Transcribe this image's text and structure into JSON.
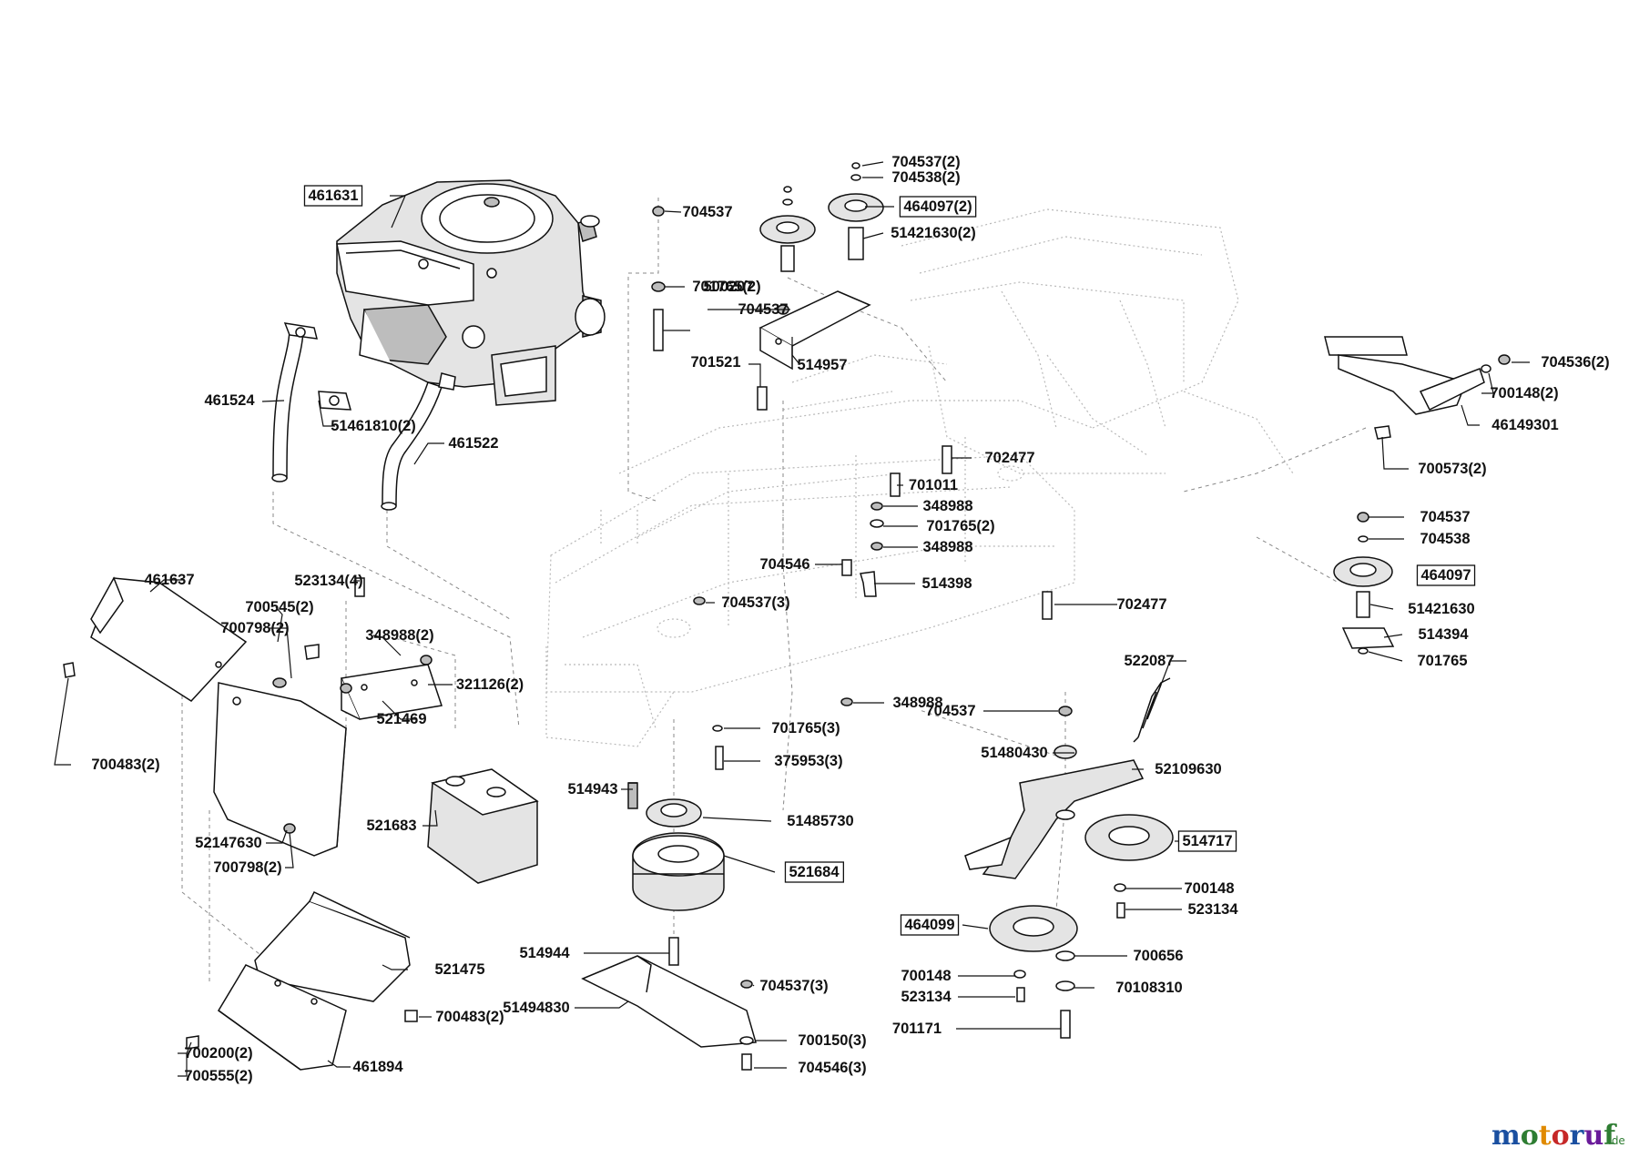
{
  "diagram": {
    "labels": [
      {
        "text": "461631",
        "boxed": true
      },
      {
        "text": "704537(2)",
        "boxed": false
      },
      {
        "text": "704538(2)",
        "boxed": false
      },
      {
        "text": "464097(2)",
        "boxed": true
      },
      {
        "text": "51421630(2)",
        "boxed": false
      },
      {
        "text": "704537",
        "boxed": false
      },
      {
        "text": "701765(2)",
        "boxed": false
      },
      {
        "text": "704537",
        "boxed": false
      },
      {
        "text": "500207",
        "boxed": false
      },
      {
        "text": "514957",
        "boxed": false
      },
      {
        "text": "701521",
        "boxed": false
      },
      {
        "text": "461524",
        "boxed": false
      },
      {
        "text": "51461810(2)",
        "boxed": false
      },
      {
        "text": "461522",
        "boxed": false
      },
      {
        "text": "704536(2)",
        "boxed": false
      },
      {
        "text": "700148(2)",
        "boxed": false
      },
      {
        "text": "46149301",
        "boxed": false
      },
      {
        "text": "700573(2)",
        "boxed": false
      },
      {
        "text": "702477",
        "boxed": false
      },
      {
        "text": "701011",
        "boxed": false
      },
      {
        "text": "348988",
        "boxed": false
      },
      {
        "text": "701765(2)",
        "boxed": false
      },
      {
        "text": "348988",
        "boxed": false
      },
      {
        "text": "704546",
        "boxed": false
      },
      {
        "text": "514398",
        "boxed": false
      },
      {
        "text": "704537(3)",
        "boxed": false
      },
      {
        "text": "702477",
        "boxed": false
      },
      {
        "text": "704537",
        "boxed": false
      },
      {
        "text": "704538",
        "boxed": false
      },
      {
        "text": "464097",
        "boxed": true
      },
      {
        "text": "51421630",
        "boxed": false
      },
      {
        "text": "514394",
        "boxed": false
      },
      {
        "text": "701765",
        "boxed": false
      },
      {
        "text": "461637",
        "boxed": false
      },
      {
        "text": "523134(4)",
        "boxed": false
      },
      {
        "text": "700545(2)",
        "boxed": false
      },
      {
        "text": "700798(2)",
        "boxed": false
      },
      {
        "text": "348988(2)",
        "boxed": false
      },
      {
        "text": "321126(2)",
        "boxed": false
      },
      {
        "text": "521469",
        "boxed": false
      },
      {
        "text": "700483(2)",
        "boxed": false
      },
      {
        "text": "522087",
        "boxed": false
      },
      {
        "text": "348988",
        "boxed": false
      },
      {
        "text": "704537",
        "boxed": false
      },
      {
        "text": "701765(3)",
        "boxed": false
      },
      {
        "text": "375953(3)",
        "boxed": false
      },
      {
        "text": "51480430",
        "boxed": false
      },
      {
        "text": "52109630",
        "boxed": false
      },
      {
        "text": "514943",
        "boxed": false
      },
      {
        "text": "51485730",
        "boxed": false
      },
      {
        "text": "521683",
        "boxed": false
      },
      {
        "text": "52147630",
        "boxed": false
      },
      {
        "text": "700798(2)",
        "boxed": false
      },
      {
        "text": "514717",
        "boxed": true
      },
      {
        "text": "521684",
        "boxed": true
      },
      {
        "text": "700148",
        "boxed": false
      },
      {
        "text": "523134",
        "boxed": false
      },
      {
        "text": "464099",
        "boxed": true
      },
      {
        "text": "700656",
        "boxed": false
      },
      {
        "text": "514944",
        "boxed": false
      },
      {
        "text": "521475",
        "boxed": false
      },
      {
        "text": "700148",
        "boxed": false
      },
      {
        "text": "523134",
        "boxed": false
      },
      {
        "text": "704537(3)",
        "boxed": false
      },
      {
        "text": "70108310",
        "boxed": false
      },
      {
        "text": "51494830",
        "boxed": false
      },
      {
        "text": "700483(2)",
        "boxed": false
      },
      {
        "text": "701171",
        "boxed": false
      },
      {
        "text": "700150(3)",
        "boxed": false
      },
      {
        "text": "700200(2)",
        "boxed": false
      },
      {
        "text": "461894",
        "boxed": false
      },
      {
        "text": "704546(3)",
        "boxed": false
      },
      {
        "text": "700555(2)",
        "boxed": false
      }
    ]
  },
  "watermark": {
    "brand": "motoruf",
    "suffix": ".de",
    "colors": [
      "#1a4fa0",
      "#2e7d32",
      "#e08a00",
      "#c62828",
      "#1a4fa0",
      "#6a1b9a",
      "#2e7d32"
    ]
  }
}
